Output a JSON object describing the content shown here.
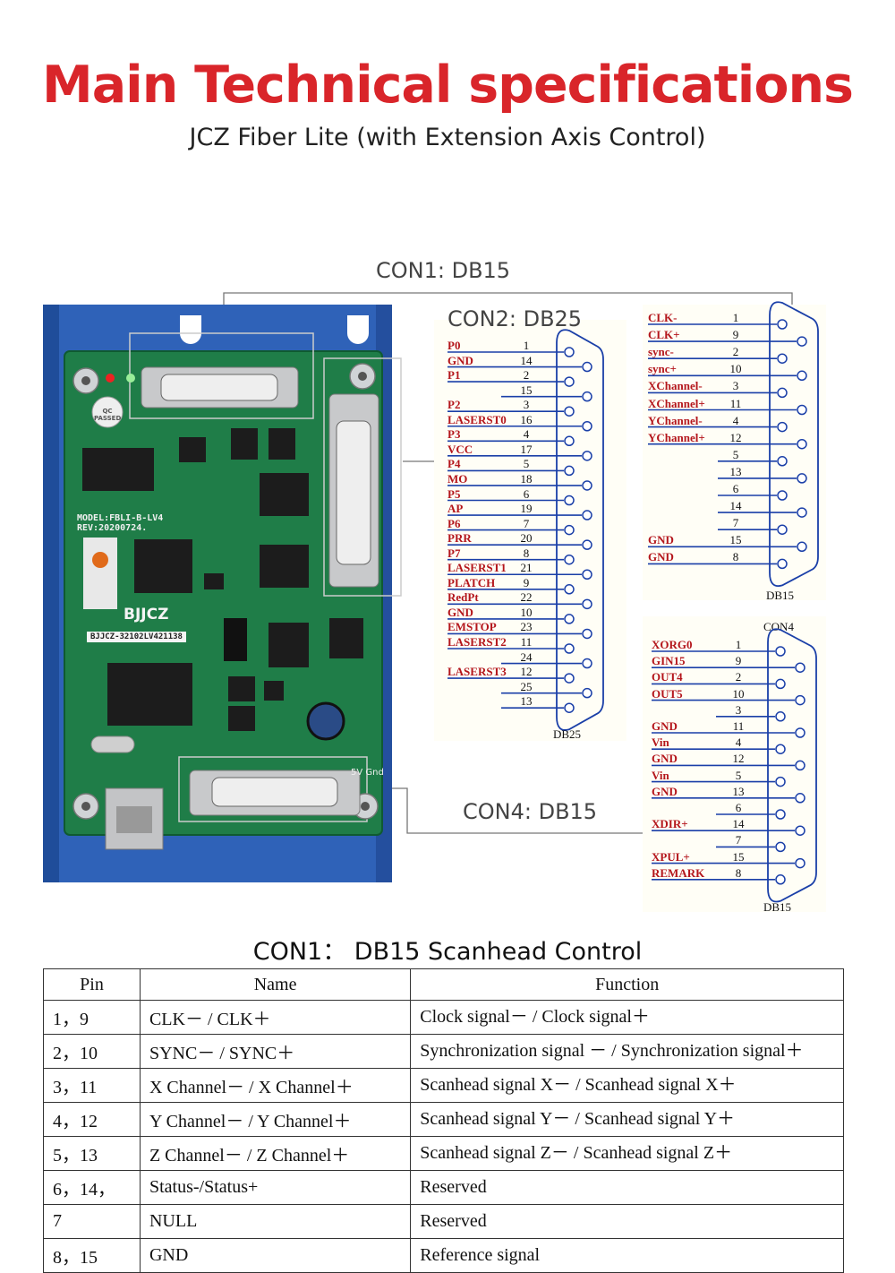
{
  "header": {
    "title": "Main Technical specifications",
    "subtitle": "JCZ Fiber Lite  (with Extension Axis Control)"
  },
  "board": {
    "con1_label": "CON1: DB15",
    "con4_label": "CON4: DB15",
    "silkscreen": {
      "model": "MODEL:FBLI-B-LV4",
      "rev": "REV:20200724.",
      "brand": "BJJCZ",
      "serial": "BJJCZ-32102LV421138",
      "qc": "QC PASSED",
      "label_5v": "5V",
      "label_gnd": "Gnd"
    },
    "colors": {
      "enclosure": "#2d5fb3",
      "pcb": "#1c7a46",
      "accent_red": "#d9252a"
    }
  },
  "con2": {
    "label": "CON2: DB25",
    "caption": "DB25",
    "pins": [
      {
        "name": "P0",
        "pin": "1"
      },
      {
        "name": "GND",
        "pin": "14"
      },
      {
        "name": "P1",
        "pin": "2"
      },
      {
        "name": "",
        "pin": "15"
      },
      {
        "name": "P2",
        "pin": "3"
      },
      {
        "name": "LASERST0",
        "pin": "16"
      },
      {
        "name": "P3",
        "pin": "4"
      },
      {
        "name": "VCC",
        "pin": "17"
      },
      {
        "name": "P4",
        "pin": "5"
      },
      {
        "name": "MO",
        "pin": "18"
      },
      {
        "name": "P5",
        "pin": "6"
      },
      {
        "name": "AP",
        "pin": "19"
      },
      {
        "name": "P6",
        "pin": "7"
      },
      {
        "name": "PRR",
        "pin": "20"
      },
      {
        "name": "P7",
        "pin": "8"
      },
      {
        "name": "LASERST1",
        "pin": "21"
      },
      {
        "name": "PLATCH",
        "pin": "9"
      },
      {
        "name": "RedPt",
        "pin": "22"
      },
      {
        "name": "GND",
        "pin": "10"
      },
      {
        "name": "EMSTOP",
        "pin": "23"
      },
      {
        "name": "LASERST2",
        "pin": "11"
      },
      {
        "name": "",
        "pin": "24"
      },
      {
        "name": "LASERST3",
        "pin": "12"
      },
      {
        "name": "",
        "pin": "25"
      },
      {
        "name": "",
        "pin": "13"
      }
    ]
  },
  "con1_diagram": {
    "caption": "DB15",
    "pins": [
      {
        "name": "CLK-",
        "pin": "1"
      },
      {
        "name": "CLK+",
        "pin": "9"
      },
      {
        "name": "sync-",
        "pin": "2"
      },
      {
        "name": "sync+",
        "pin": "10"
      },
      {
        "name": "XChannel-",
        "pin": "3"
      },
      {
        "name": "XChannel+",
        "pin": "11"
      },
      {
        "name": "YChannel-",
        "pin": "4"
      },
      {
        "name": "YChannel+",
        "pin": "12"
      },
      {
        "name": "",
        "pin": "5"
      },
      {
        "name": "",
        "pin": "13"
      },
      {
        "name": "",
        "pin": "6"
      },
      {
        "name": "",
        "pin": "14"
      },
      {
        "name": "",
        "pin": "7"
      },
      {
        "name": "GND",
        "pin": "15"
      },
      {
        "name": "GND",
        "pin": "8"
      }
    ]
  },
  "con4_diagram": {
    "title": "CON4",
    "caption": "DB15",
    "pins": [
      {
        "name": "XORG0",
        "pin": "1"
      },
      {
        "name": "GIN15",
        "pin": "9"
      },
      {
        "name": "OUT4",
        "pin": "2"
      },
      {
        "name": "OUT5",
        "pin": "10"
      },
      {
        "name": "",
        "pin": "3"
      },
      {
        "name": "GND",
        "pin": "11"
      },
      {
        "name": "Vin",
        "pin": "4"
      },
      {
        "name": "GND",
        "pin": "12"
      },
      {
        "name": "Vin",
        "pin": "5"
      },
      {
        "name": "GND",
        "pin": "13"
      },
      {
        "name": "",
        "pin": "6"
      },
      {
        "name": "XDIR+",
        "pin": "14"
      },
      {
        "name": "",
        "pin": "7"
      },
      {
        "name": "XPUL+",
        "pin": "15"
      },
      {
        "name": "REMARK",
        "pin": "8"
      }
    ]
  },
  "table": {
    "title": "CON1： DB15 Scanhead Control",
    "headers": [
      "Pin",
      "Name",
      "Function"
    ],
    "rows": [
      [
        "1，9",
        "CLK－ / CLK＋",
        "Clock signal－ / Clock signal＋"
      ],
      [
        "2，10",
        "SYNC－ / SYNC＋",
        "Synchronization signal － / Synchronization signal＋"
      ],
      [
        "3，11",
        "X Channel－ / X Channel＋",
        "Scanhead signal X－ / Scanhead signal X＋"
      ],
      [
        "4，12",
        "Y Channel－ / Y Channel＋",
        "Scanhead signal Y－ / Scanhead signal Y＋"
      ],
      [
        "5，13",
        "Z Channel－ / Z Channel＋",
        "Scanhead signal Z－ / Scanhead signal Z＋"
      ],
      [
        "6，14，",
        "Status-/Status+",
        "Reserved"
      ],
      [
        "7",
        "NULL",
        "Reserved"
      ],
      [
        "8，15",
        "GND",
        "Reference signal"
      ]
    ]
  }
}
